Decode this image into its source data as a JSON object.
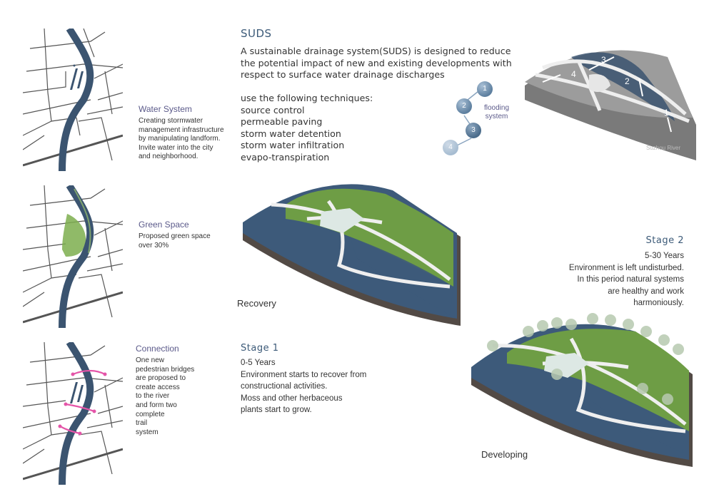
{
  "left_panels": [
    {
      "title": "Water System",
      "text": "Creating stormwater\nmanagement infrastructure\nby manipulating landform.\nInvite water into the city\nand neighborhood."
    },
    {
      "title": "Green Space",
      "text": "Proposed green space\nover 30%"
    },
    {
      "title": "Connection",
      "text": "One new\npedestrian bridges\nare proposed to\ncreate access\nto the river\nand form two\ncomplete\ntrail\nsystem"
    }
  ],
  "suds": {
    "title": "SUDS",
    "intro": "A sustainable drainage system(SUDS) is designed to reduce the potential impact of new and existing developments with respect to surface water drainage discharges",
    "techniques_heading": "use the following techniques:",
    "techniques": [
      "source control",
      "permeable paving",
      "storm water detention",
      "storm water infiltration",
      "evapo-transpiration"
    ]
  },
  "flooding_diagram": {
    "nodes": [
      "1",
      "2",
      "3",
      "4"
    ],
    "label_line1": "flooding",
    "label_line2": "system"
  },
  "top_model": {
    "river_label": "Suzhou River",
    "arrow_numbers": [
      "1",
      "2",
      "3",
      "4"
    ]
  },
  "stage1": {
    "title": "Stage 1",
    "years": "0-5 Years",
    "lines": [
      "Environment starts to recover from",
      "constructional activities.",
      "Moss and other herbaceous",
      "plants start to grow."
    ],
    "caption": "Recovery"
  },
  "stage2": {
    "title": "Stage 2",
    "years": "5-30 Years",
    "lines": [
      "Environment is left undisturbed.",
      "In this period natural systems",
      "are healthy and work",
      "harmoniously."
    ],
    "caption": "Developing"
  },
  "colors": {
    "river": "#3b5470",
    "green": "#7cae4e",
    "bridge": "#e455a8",
    "title_purple": "#5b5a8a",
    "title_blue": "#3c5a78"
  }
}
